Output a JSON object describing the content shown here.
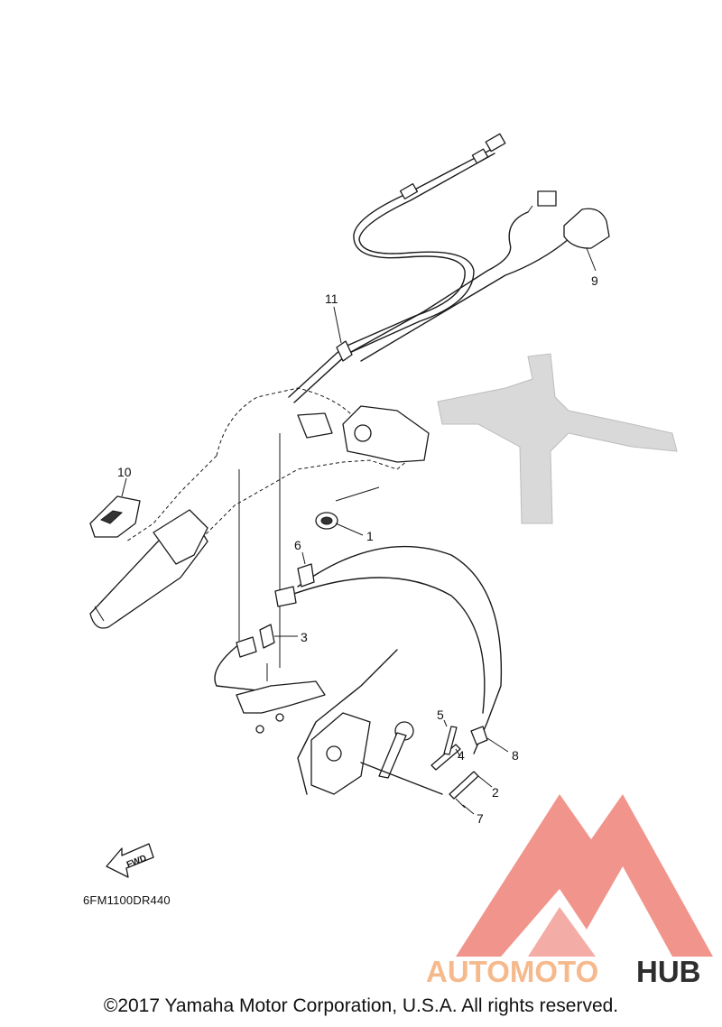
{
  "diagram": {
    "drawing_code": "6FM1100DR440",
    "fwd_label": "FWD",
    "callouts": [
      {
        "num": "1"
      },
      {
        "num": "2"
      },
      {
        "num": "3"
      },
      {
        "num": "4"
      },
      {
        "num": "5"
      },
      {
        "num": "6"
      },
      {
        "num": "7"
      },
      {
        "num": "8"
      },
      {
        "num": "9"
      },
      {
        "num": "10"
      },
      {
        "num": "11"
      }
    ]
  },
  "watermark": {
    "brand_part1": "AUTOMOTO",
    "brand_part2": "HUB",
    "color_light": "#f6b98c",
    "color_main": "#f08a80",
    "color_dark": "#2e2e2e"
  },
  "footer": {
    "copyright": "©2017 Yamaha Motor Corporation, U.S.A. All rights reserved."
  }
}
